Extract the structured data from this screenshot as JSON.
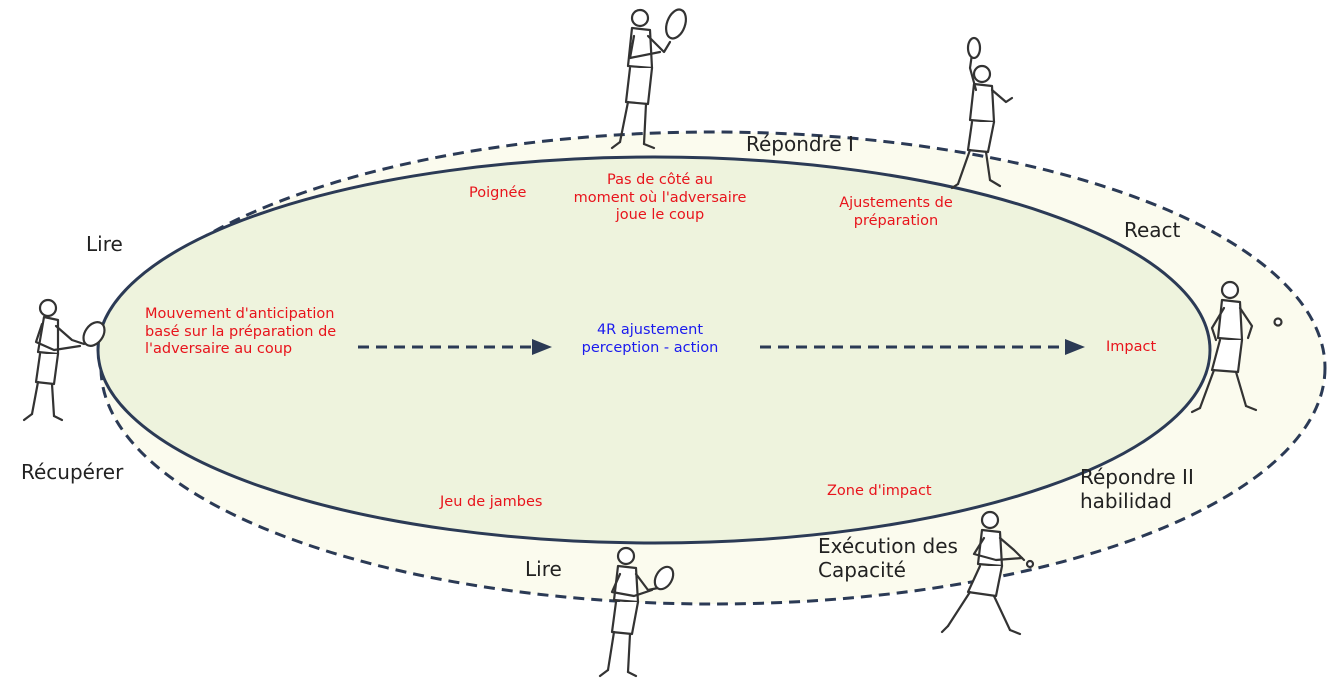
{
  "diagram": {
    "center_label": "4R ajustement\nperception - action",
    "outer_labels": {
      "lire_top": "Lire",
      "repondre_1": "Répondre I",
      "react": "React",
      "recuperer": "Récupérer",
      "repondre_2": "Répondre II\nhabilidad",
      "lire_bottom": "Lire",
      "execution": "Exécution des\nCapacité"
    },
    "inner_labels": {
      "poignee": "Poignée",
      "pas_de_cote": "Pas de côté au\nmoment où l'adversaire\njoue le coup",
      "ajustements": "Ajustements de\npréparation",
      "mouvement": "Mouvement d'anticipation\nbasé sur la préparation de\nl'adversaire au coup",
      "impact": "Impact",
      "jeu_de_jambes": "Jeu de jambes",
      "zone_impact": "Zone d'impact"
    },
    "players": [
      {
        "name": "player-left-icon"
      },
      {
        "name": "player-top-center-icon"
      },
      {
        "name": "player-top-right-icon"
      },
      {
        "name": "player-right-icon"
      },
      {
        "name": "player-bottom-center-icon"
      },
      {
        "name": "player-bottom-right-icon"
      }
    ],
    "colors": {
      "inner_fill": "#eef3dd",
      "outer_fill": "#fbfbee",
      "ellipse_stroke": "#2b3a55",
      "arrow": "#2b3a55",
      "red_text": "#e8141c",
      "blue_text": "#1a1aee"
    }
  }
}
